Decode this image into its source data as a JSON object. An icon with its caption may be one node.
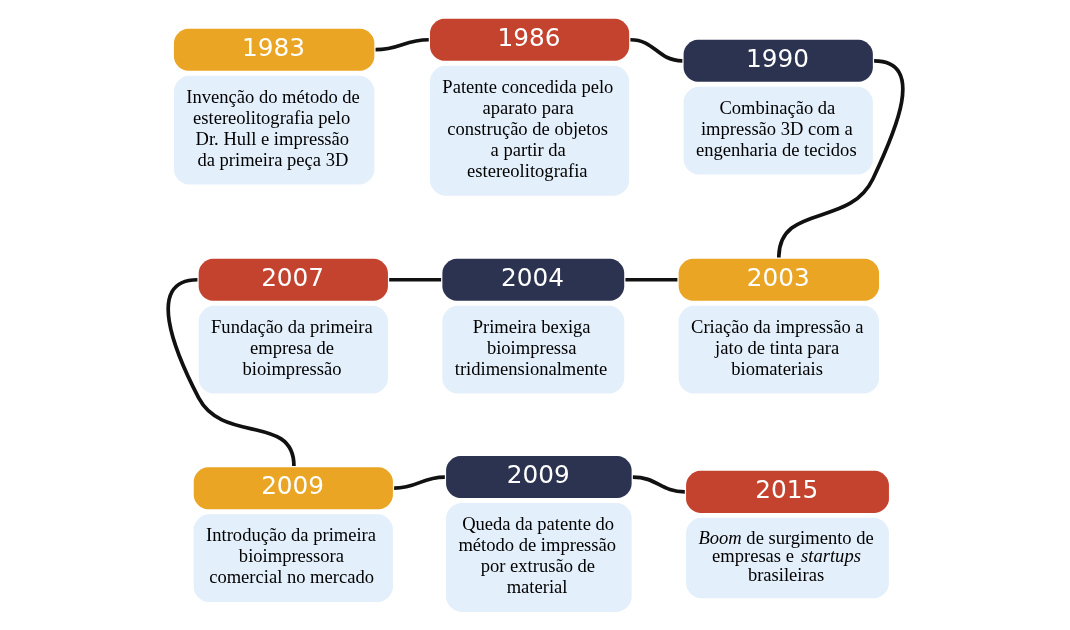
{
  "diagram": {
    "nodes": [
      {
        "text": [
          "1983",
          "Invenção do método de estereolitografia pelo Dr. Hull e impressão da primeira peça 3D"
        ]
      },
      {
        "text": [
          "1986",
          "Patente concedida pelo aparato para construção de objetos a partir da estereolitografia"
        ]
      },
      {
        "text": [
          "1990",
          "Combinação da impressão 3D com a engenharia de tecidos"
        ]
      },
      {
        "text": [
          "2003",
          "Criação da impressão a jato de tinta para biomateriais"
        ]
      },
      {
        "text": [
          "2004",
          "Primeira bexiga bioimpressa tridimensionalmente"
        ]
      },
      {
        "text": [
          "2007",
          "Fundação da primeira empresa de bioimpressão"
        ]
      },
      {
        "text": [
          "2009",
          "Introdução da primeira bioimpressora comercial no mercado"
        ]
      },
      {
        "text": [
          "2009",
          "Queda da patente do método de impressão por extrusão de material"
        ]
      },
      {
        "text": [
          "2015",
          "*Boom* de surgimento de empresas e *startups* brasileiras"
        ]
      }
    ],
    "edges": [
      {
        "from": 0,
        "to": 1,
        "arrow": "none"
      },
      {
        "from": 1,
        "to": 2,
        "arrow": "none"
      },
      {
        "from": 2,
        "to": 3,
        "arrow": "none"
      },
      {
        "from": 4,
        "to": 3,
        "arrow": "none"
      },
      {
        "from": 5,
        "to": 4,
        "arrow": "none"
      },
      {
        "from": 5,
        "to": 6,
        "arrow": "none"
      },
      {
        "from": 6,
        "to": 7,
        "arrow": "none"
      },
      {
        "from": 7,
        "to": 8,
        "arrow": "none"
      }
    ]
  }
}
